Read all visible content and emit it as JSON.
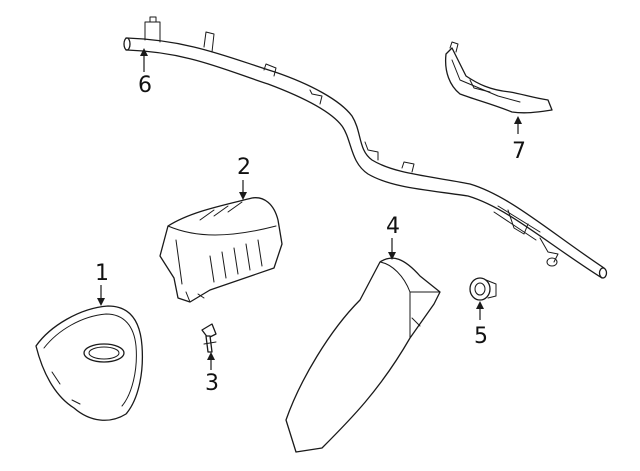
{
  "callouts": [
    {
      "number": "1",
      "part": "steering-wheel-airbag"
    },
    {
      "number": "2",
      "part": "passenger-airbag"
    },
    {
      "number": "3",
      "part": "clip-bolt"
    },
    {
      "number": "4",
      "part": "knee-airbag"
    },
    {
      "number": "5",
      "part": "nut"
    },
    {
      "number": "6",
      "part": "curtain-airbag"
    },
    {
      "number": "7",
      "part": "bracket"
    }
  ],
  "colors": {
    "line": "#1a1a1a",
    "background": "#ffffff"
  }
}
